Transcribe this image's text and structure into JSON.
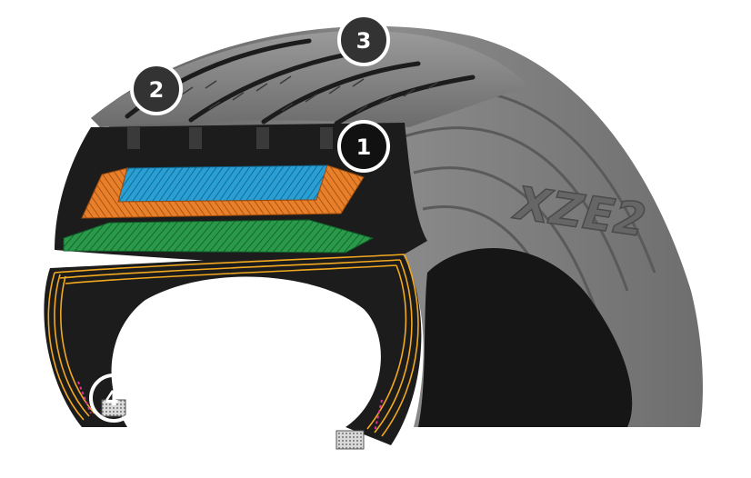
{
  "figure": {
    "sidewall_text": "XZE2",
    "callouts": [
      {
        "id": "c1",
        "number": "1",
        "style": "dark"
      },
      {
        "id": "c2",
        "number": "2",
        "style": "light"
      },
      {
        "id": "c3",
        "number": "3",
        "style": "light"
      },
      {
        "id": "c4",
        "number": "4",
        "style": "light"
      }
    ]
  },
  "colors": {
    "rubber": "#1c1c1c",
    "sidewall": "#7c7c7c",
    "tread_surface": "#8a8a8a",
    "belt_blue": "#2a9fd4",
    "belt_orange": "#e87f2a",
    "belt_green": "#2a9a4a",
    "casing_yellow": "#f2a91f",
    "bead_accent": "#e0309a"
  }
}
